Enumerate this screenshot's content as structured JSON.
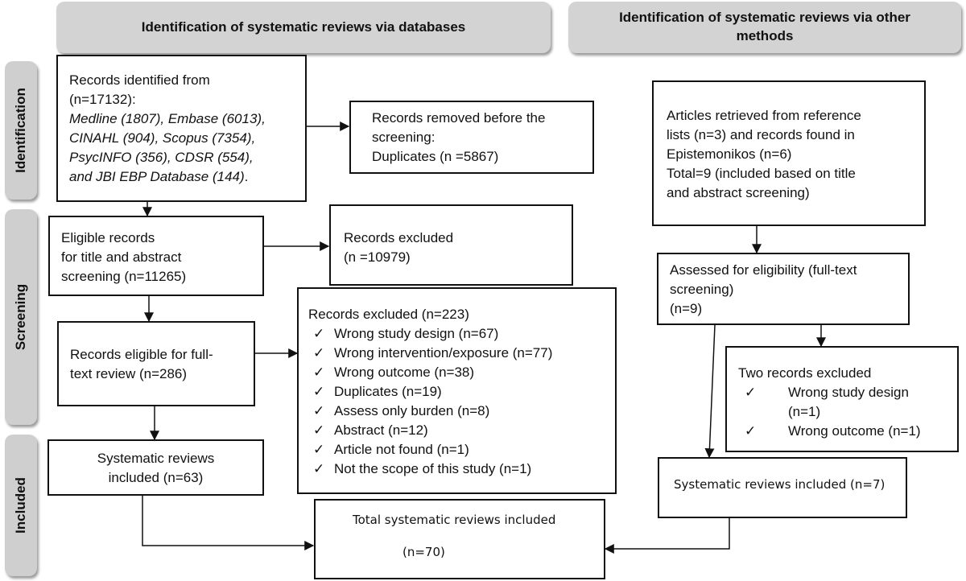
{
  "headers": {
    "databases": "Identification of systematic reviews via databases",
    "other_line1": "Identification of systematic reviews via other",
    "other_line2": "methods"
  },
  "stages": {
    "identification": "Identification",
    "screening": "Screening",
    "included": "Included"
  },
  "records_identified": {
    "line1": "Records identified from",
    "line2": "(n=17132):",
    "line3": "Medline (1807), Embase (6013),",
    "line4": "CINAHL (904), Scopus (7354),",
    "line5": "PsycINFO (356), CDSR (554),",
    "line6": "and JBI EBP Database (144)",
    "line6_end": "."
  },
  "records_removed": {
    "line1": "Records removed before the",
    "line2": "screening:",
    "line3": "Duplicates (n =5867)"
  },
  "eligible_records": {
    "line1": "Eligible records",
    "line2": "for title and abstract",
    "line3": "screening (n=11265)"
  },
  "records_excluded_1": {
    "line1": "Records excluded",
    "line2": "(n =10979)"
  },
  "fulltext_review": {
    "line1": "Records eligible for full-",
    "line2": "text review (n=286)"
  },
  "records_excluded_2": {
    "title": "Records excluded (n=223)",
    "items": [
      "Wrong study design (n=67)",
      "Wrong intervention/exposure (n=77)",
      "Wrong outcome (n=38)",
      "Duplicates (n=19)",
      "Assess only burden (n=8)",
      "Abstract (n=12)",
      " Article not found (n=1)",
      "Not the scope of this study (n=1)"
    ]
  },
  "sr_included_db": {
    "line1": "Systematic reviews",
    "line2": "included (n=63)"
  },
  "articles_retrieved": {
    "line1": "Articles retrieved from reference",
    "line2": "lists (n=3) and records found in",
    "line3": "Epistemonikos (n=6)",
    "line4": "Total=9 (included based on title",
    "line5": "and abstract screening)"
  },
  "assessed": {
    "line1": "Assessed for eligibility (full-text",
    "line2": "screening)",
    "line3": "(n=9)"
  },
  "two_excluded": {
    "title": "Two records excluded",
    "item1": "Wrong study design",
    "item1_n": "(n=1)",
    "item2": "Wrong outcome (n=1)"
  },
  "sr_included_other": "Systematic reviews included (n=7)",
  "total_included": {
    "line1": "Total systematic reviews included",
    "line2": "(n=70)"
  }
}
